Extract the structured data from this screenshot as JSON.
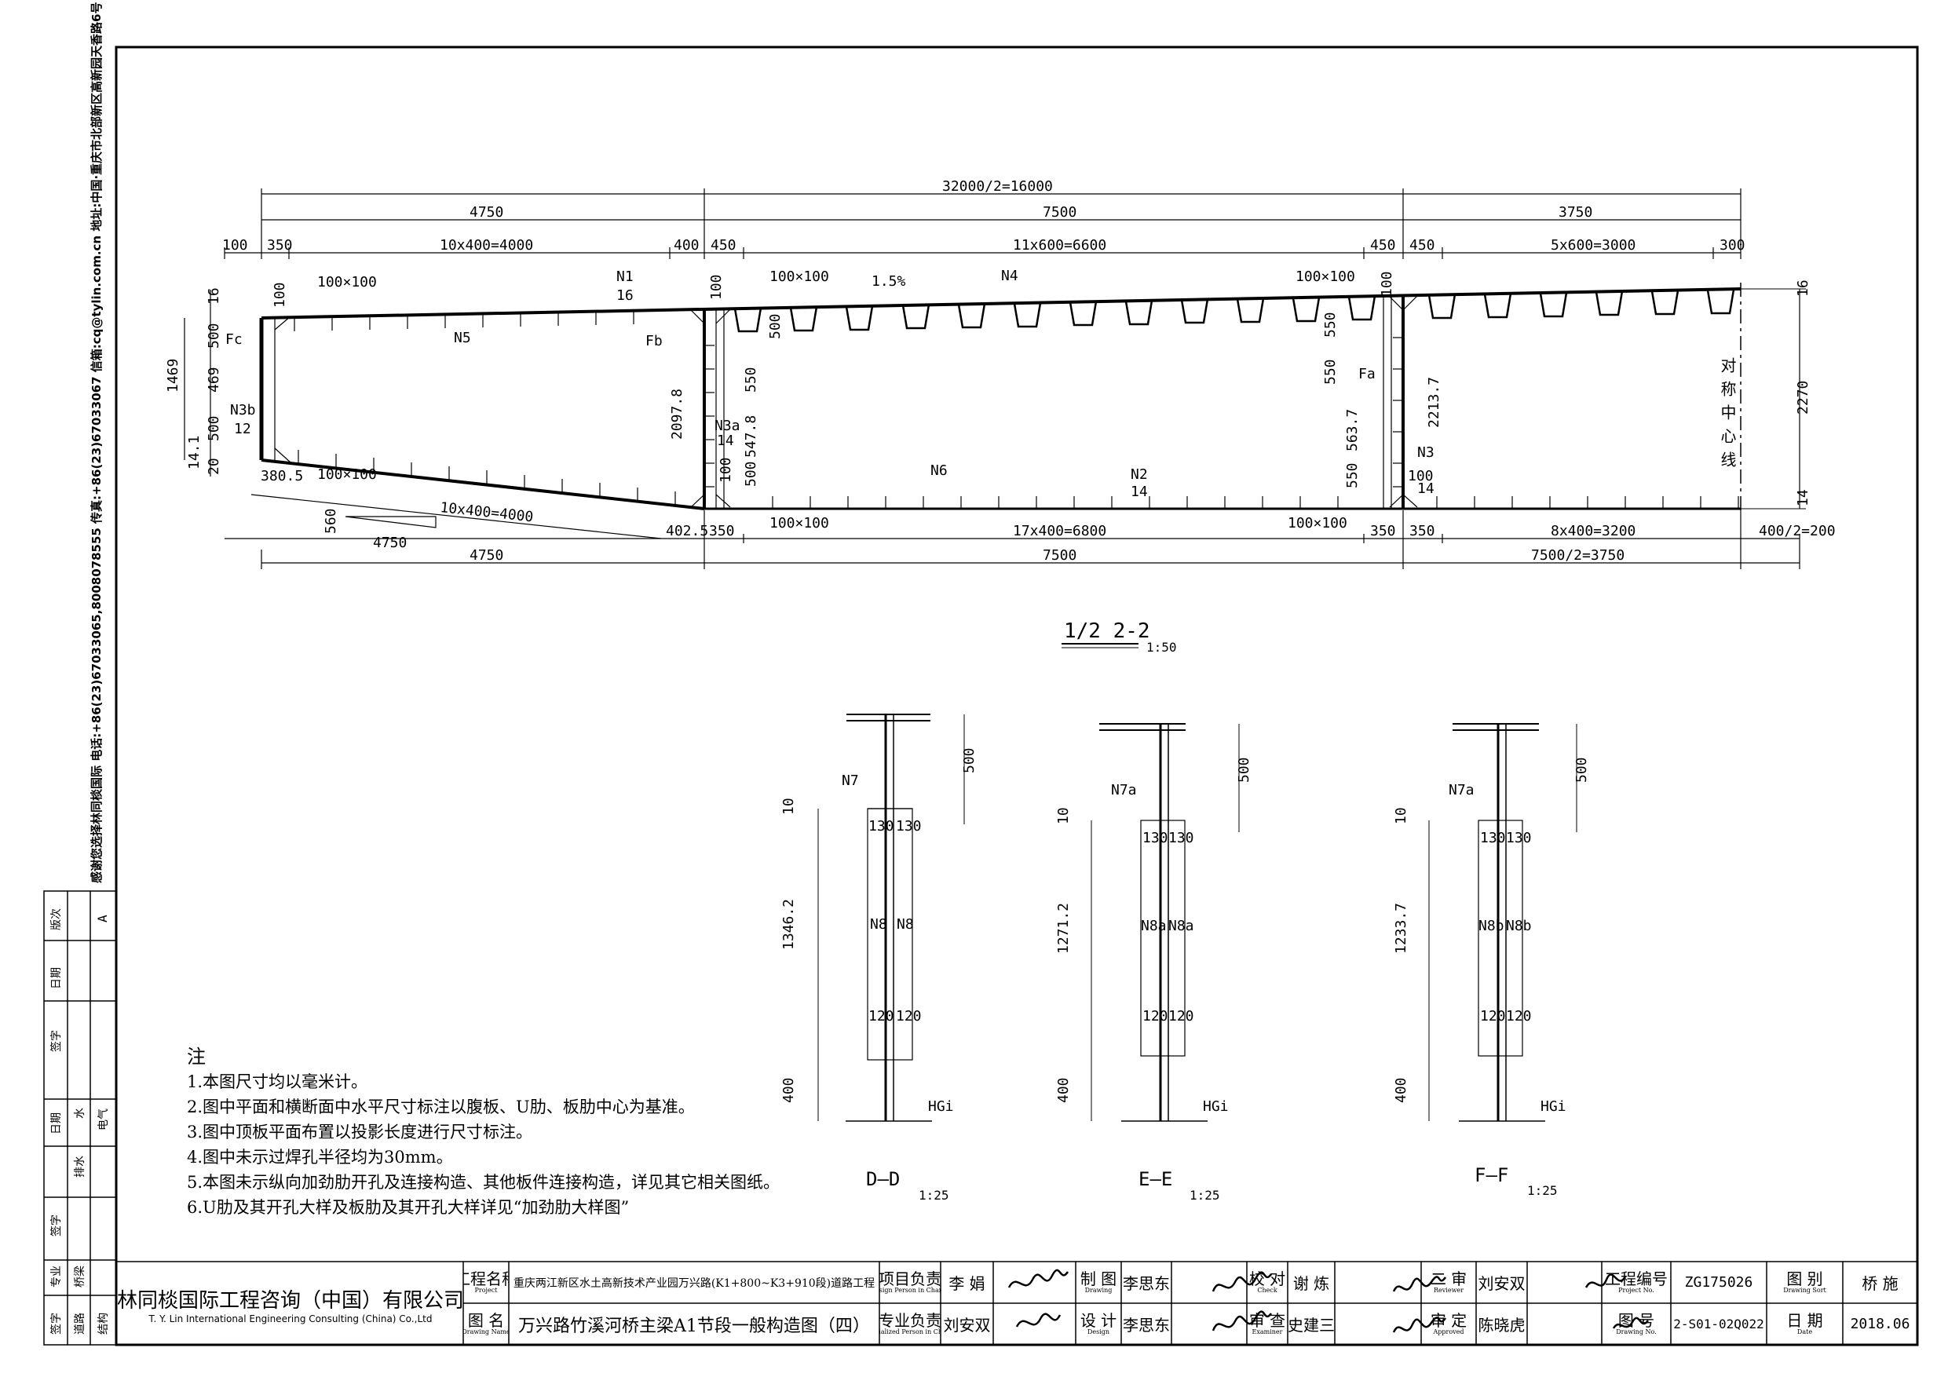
{
  "side_address": "感谢您选择林同棪国际  电话:+86(23)67033065,8008078555 传真:+86(23)67033067 信箱:cq@tylin.com.cn  地址:中国·重庆市北部新区高新园天香路6号",
  "revision_table": {
    "headers": [
      "版次",
      "日期",
      "签字",
      "日期",
      "签字"
    ],
    "revision": "A",
    "disciplines": [
      "专业",
      "水",
      "道路",
      "排水",
      "桥梁",
      "电气",
      "结构",
      "签字"
    ]
  },
  "main_section": {
    "title": "1/2  2-2",
    "scale": "1:50",
    "top_dims": {
      "total": "32000/2=16000",
      "seg1": "4750",
      "seg2": "7500",
      "seg3": "3750",
      "sub": [
        "100",
        "350",
        "10x400=4000",
        "400",
        "450",
        "11x600=6600",
        "450",
        "450",
        "5x600=3000",
        "300"
      ]
    },
    "bottom_dims": {
      "sub": [
        "380.5",
        "10x400=4000",
        "402.5",
        "350",
        "17x400=6800",
        "350",
        "350",
        "8x400=3200",
        "400/2=200"
      ],
      "seg1": "4750",
      "seg2": "7500",
      "seg3": "7500/2=3750",
      "slope_h": "560",
      "slope_l": "4750"
    },
    "left_dims": [
      "16",
      "500",
      "469",
      "500",
      "14.1",
      "20",
      "1469"
    ],
    "right_dims": [
      "16",
      "2270",
      "14"
    ],
    "labels": {
      "plate100_a": "100×100",
      "plate100_b": "100×100",
      "plate100_c": "100×100",
      "plate100_d": "100×100",
      "plate100_e": "100×100",
      "plate100_f": "100×100",
      "slope": "1.5%",
      "n1": "N1",
      "n1_t": "16",
      "n2": "N2",
      "n2_t": "14",
      "n3": "N3",
      "n3_t": "14",
      "n3a": "N3a",
      "n3a_t": "14",
      "n3b": "N3b",
      "n3b_t": "12",
      "n4": "N4",
      "n5": "N5",
      "n6": "N6",
      "fa": "Fa",
      "fb": "Fb",
      "fc": "Fc",
      "h_2097": "2097.8",
      "h_2213": "2213.7",
      "h_563": "563.7",
      "h_547": "547.8",
      "h_550a": "550",
      "h_550b": "550",
      "h_550c": "550",
      "h_550d": "550",
      "h_500a": "500",
      "h_500b": "500",
      "h_100a": "100",
      "h_100b": "100",
      "h_100c": "100",
      "h_100d": "100",
      "h_100e": "100",
      "center_line": "对称中心线"
    }
  },
  "details": [
    {
      "name": "D—D",
      "scale": "1:25",
      "rib": "N7",
      "stiff": "N8",
      "top": "130",
      "bot": "120",
      "h": "1346.2",
      "top_h": "500",
      "bot_h": "400",
      "t": "10",
      "hg": "HGi"
    },
    {
      "name": "E—E",
      "scale": "1:25",
      "rib": "N7a",
      "stiff": "N8a",
      "top": "130",
      "bot": "120",
      "h": "1271.2",
      "top_h": "500",
      "bot_h": "400",
      "t": "10",
      "hg": "HGi"
    },
    {
      "name": "F—F",
      "scale": "1:25",
      "rib": "N7a",
      "stiff": "N8b",
      "top": "130",
      "bot": "120",
      "h": "1233.7",
      "top_h": "500",
      "bot_h": "400",
      "t": "10",
      "hg": "HGi"
    }
  ],
  "notes": {
    "heading": "注",
    "items": [
      "1.本图尺寸均以毫米计。",
      "2.图中平面和横断面中水平尺寸标注以腹板、U肋、板肋中心为基准。",
      "3.图中顶板平面布置以投影长度进行尺寸标注。",
      "4.图中未示过焊孔半径均为30mm。",
      "5.本图未示纵向加劲肋开孔及连接构造、其他板件连接构造，详见其它相关图纸。",
      "6.U肋及其开孔大样及板肋及其开孔大样详见“加劲肋大样图”"
    ]
  },
  "title_block": {
    "company_cn": "林同棪国际工程咨询（中国）有限公司",
    "company_en": "T. Y. Lin International Engineering Consulting (China) Co.,Ltd",
    "project_label": "工程名称",
    "project_label_en": "Project",
    "project_name": "重庆两江新区水土高新技术产业园万兴路(K1+800~K3+910段)道路工程",
    "drawing_label": "图 名",
    "drawing_label_en": "Drawing Name",
    "drawing_name": "万兴路竹溪河桥主梁A1节段一般构造图（四）",
    "pm_label": "项目负责",
    "pm_label_en": "Design Person in Charge",
    "pm": "李 娟",
    "sp_label": "专业负责",
    "sp_label_en": "Specialized Person in Charge",
    "sp": "刘安双",
    "drawn_label": "制 图",
    "drawn_label_en": "Drawing",
    "drawn": "李思东",
    "design_label": "设 计",
    "design_label_en": "Design",
    "design": "李思东",
    "check_label": "校 对",
    "check_label_en": "Check",
    "check": "谢 炼",
    "exam_label": "审 查",
    "exam_label_en": "Examiner",
    "exam": "史建三",
    "rev_label": "二 审",
    "rev_label_en": "Reviewer",
    "rev": "刘安双",
    "appr_label": "审 定",
    "appr_label_en": "Approved",
    "appr": "陈晓虎",
    "projno_label": "工程编号",
    "projno_label_en": "Project No.",
    "projno": "ZG175026",
    "sort_label": "图 别",
    "sort_label_en": "Drawing Sort",
    "sort": "桥 施",
    "dwgno_label": "图 号",
    "dwgno_label_en": "Drawing No.",
    "dwgno": "2-S01-02Q022",
    "date_label": "日 期",
    "date_label_en": "Date",
    "date": "2018.06"
  }
}
